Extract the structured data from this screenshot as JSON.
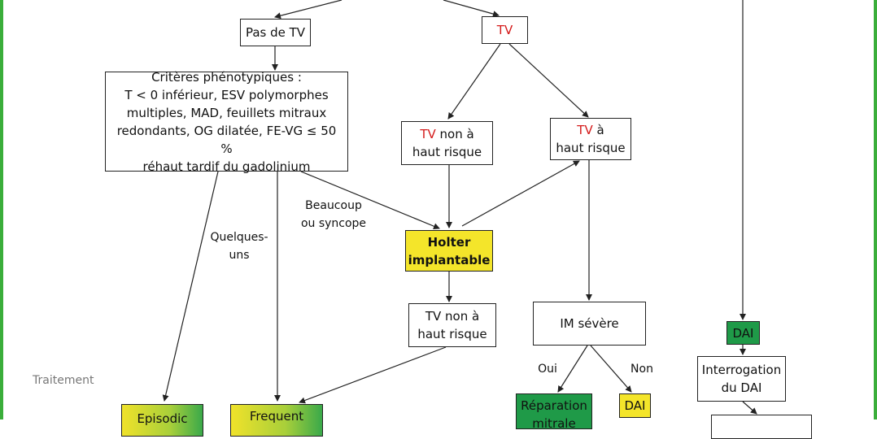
{
  "nodes": {
    "pas_de_tv": "Pas de TV",
    "tv": "TV",
    "criteres": [
      "Critères phénotypiques :",
      "T < 0 inférieur, ESV polymorphes",
      "multiples, MAD, feuillets mitraux",
      "redondants, OG dilatée, FE-VG ≤ 50 %",
      "réhaut tardif du gadolinium"
    ],
    "tv_non_haut_risque_top": {
      "tv": "TV",
      "rest1": " non à",
      "rest2": "haut risque"
    },
    "tv_haut_risque": {
      "tv": "TV",
      "rest1": " à",
      "rest2": "haut risque"
    },
    "holter": [
      "Holter",
      "implantable"
    ],
    "tv_non_haut_risque_mid": [
      "TV non à",
      "haut risque"
    ],
    "im_severe": "IM sévère",
    "dai_right": "DAI",
    "interrogation": [
      "Interrogation",
      "du DAI"
    ],
    "reparation": [
      "Réparation",
      "mitrale"
    ],
    "dai_bottom": "DAI",
    "episodic": "Episodic",
    "frequent": "Frequent"
  },
  "labels": {
    "beaucoup": [
      "Beaucoup",
      "ou syncope"
    ],
    "quelques": [
      "Quelques-",
      "uns"
    ],
    "oui": "Oui",
    "non": "Non",
    "traitement": "Traitement"
  },
  "colors": {
    "frame": "#3aae3a",
    "red_text": "#d41a1a",
    "yellow": "#f4e52a",
    "green": "#1f9a48"
  }
}
